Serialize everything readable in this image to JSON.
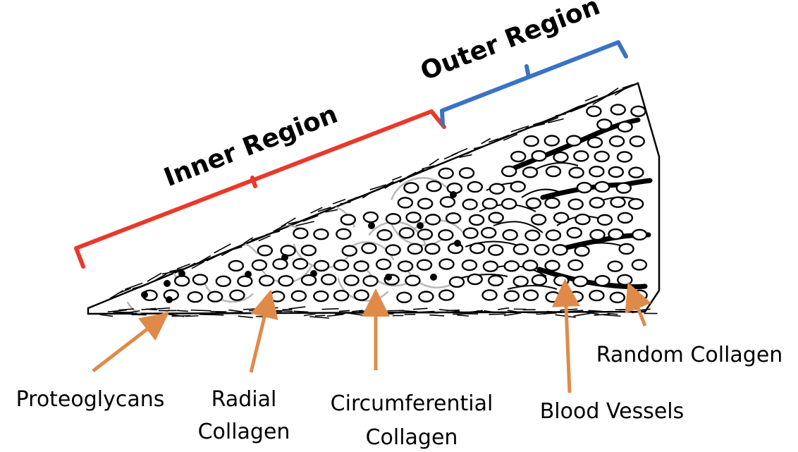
{
  "regions": {
    "inner": {
      "label": "Inner Region",
      "color": "#e8392a"
    },
    "outer": {
      "label": "Outer Region",
      "color": "#3a73c4"
    }
  },
  "callouts": {
    "proteoglycans": "Proteoglycans",
    "radial_line1": "Radial",
    "radial_line2": "Collagen",
    "circ_line1": "Circumferential",
    "circ_line2": "Collagen",
    "blood_vessels": "Blood Vessels",
    "random_collagen": "Random Collagen"
  },
  "colors": {
    "arrow": "#e08a4a",
    "outline": "#000000",
    "radial_arc": "#b8b8b8"
  }
}
